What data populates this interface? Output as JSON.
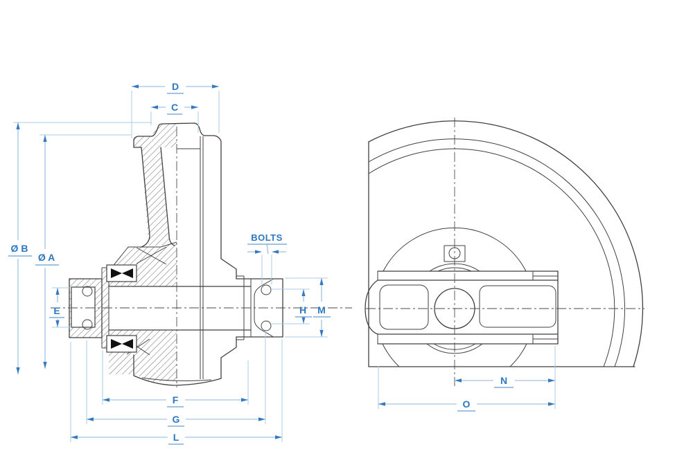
{
  "drawing": {
    "type": "technical-drawing",
    "subject": "idler wheel assembly, cross-section and side view",
    "colors": {
      "background": "#ffffff",
      "outline": "#3f3f3f",
      "dimension_line": "#8cb6df",
      "label": "#2d77c0"
    },
    "dimensions": {
      "d": "D",
      "c": "C",
      "dia_b": "Ø B",
      "dia_a": "Ø A",
      "e": "E",
      "bolts": "BOLTS",
      "h": "H",
      "m": "M",
      "f": "F",
      "g": "G",
      "l": "L",
      "n": "N",
      "o": "O"
    }
  }
}
